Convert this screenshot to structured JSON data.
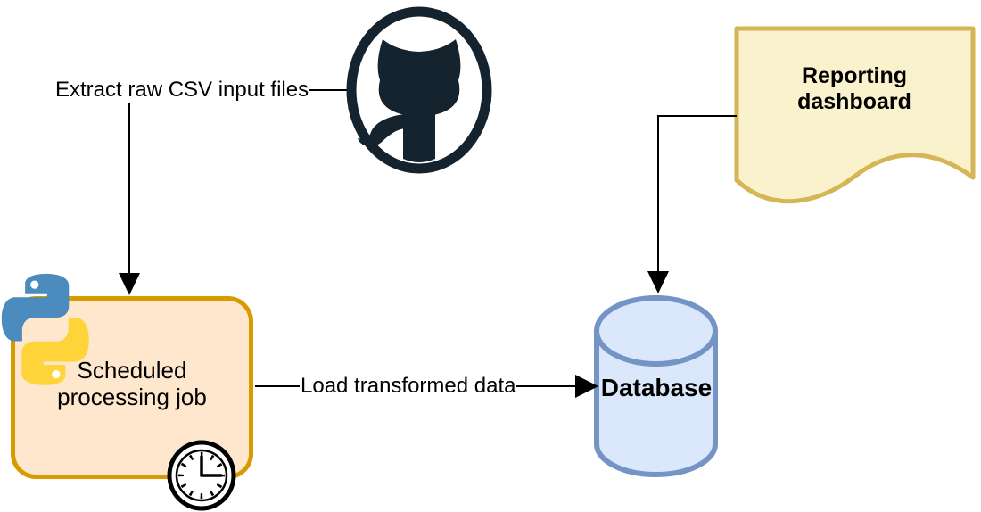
{
  "diagram": {
    "type": "flowchart",
    "background": "#ffffff",
    "arrow_color": "#000000",
    "edge_labels": {
      "extract": "Extract raw CSV input files",
      "load": "Load transformed data"
    },
    "nodes": {
      "github": {
        "icon": "github-octocat-icon",
        "color": "#15232e"
      },
      "job": {
        "label": "Scheduled processing job",
        "fill": "#ffe7ce",
        "border": "#d79b00",
        "icons": [
          "python-icon",
          "clock-icon"
        ]
      },
      "database": {
        "label": "Database",
        "fill": "#dbe8fb",
        "border": "#7494c6"
      },
      "dashboard": {
        "label": "Reporting dashboard",
        "fill": "#faf1cd",
        "border": "#d5b556"
      }
    },
    "python_logo_colors": {
      "blue": "#4b8bbe",
      "yellow": "#ffd43b"
    }
  }
}
